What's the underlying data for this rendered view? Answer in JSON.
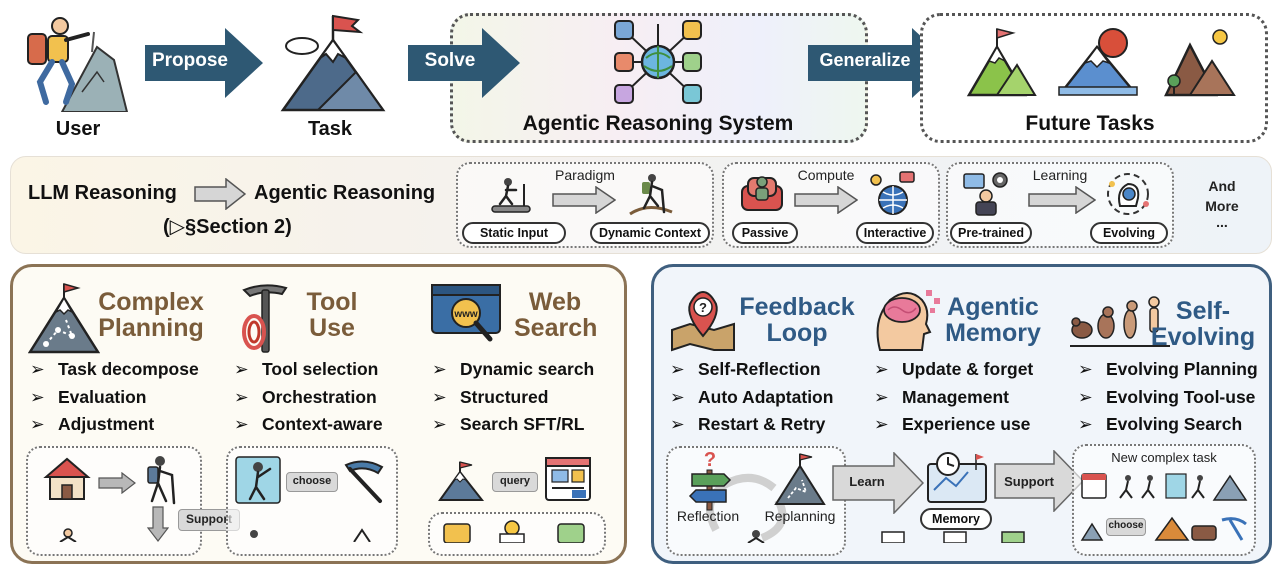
{
  "row1": {
    "user_label": "User",
    "propose_label": "Propose",
    "task_label": "Task",
    "solve_label": "Solve",
    "system_label": "Agentic Reasoning System",
    "generalize_label": "Generalize",
    "future_label": "Future Tasks"
  },
  "row2": {
    "llm_label": "LLM Reasoning",
    "agentic_label": "Agentic Reasoning",
    "section_label": "(▷§Section 2)",
    "paradigm": {
      "title": "Paradigm",
      "from": "Static Input",
      "to": "Dynamic Context"
    },
    "compute": {
      "title": "Compute",
      "from": "Passive",
      "to": "Interactive"
    },
    "learning": {
      "title": "Learning",
      "from": "Pre-trained",
      "to": "Evolving"
    },
    "more_line1": "And",
    "more_line2": "More",
    "more_line3": "..."
  },
  "left_panel": {
    "planning": {
      "title_l1": "Complex",
      "title_l2": "Planning",
      "items": [
        "Task decompose",
        "Evaluation",
        "Adjustment"
      ]
    },
    "tool": {
      "title_l1": "Tool",
      "title_l2": "Use",
      "items": [
        "Tool selection",
        "Orchestration",
        "Context-aware"
      ]
    },
    "web": {
      "title_l1": "Web",
      "title_l2": "Search",
      "items": [
        "Dynamic search",
        "Structured",
        "Search SFT/RL"
      ]
    },
    "support_label": "Support",
    "choose_label": "choose",
    "query_label": "query"
  },
  "right_panel": {
    "feedback": {
      "title_l1": "Feedback",
      "title_l2": "Loop",
      "items": [
        "Self-Reflection",
        "Auto Adaptation",
        "Restart & Retry"
      ]
    },
    "memory": {
      "title_l1": "Agentic",
      "title_l2": "Memory",
      "items": [
        "Update & forget",
        "Management",
        "Experience use"
      ]
    },
    "evolving": {
      "title_l1": "Self-",
      "title_l2": "Evolving",
      "items": [
        "Evolving Planning",
        "Evolving Tool-use",
        "Evolving Search"
      ]
    },
    "reflection_label": "Reflection",
    "replanning_label": "Replanning",
    "learn_label": "Learn",
    "memory_label": "Memory",
    "support_label": "Support",
    "new_task_label": "New complex task",
    "choose_label": "choose"
  },
  "colors": {
    "arrow_dark": "#2e5873",
    "brown_title": "#7a5c3a",
    "blue_title": "#2f5a85"
  }
}
